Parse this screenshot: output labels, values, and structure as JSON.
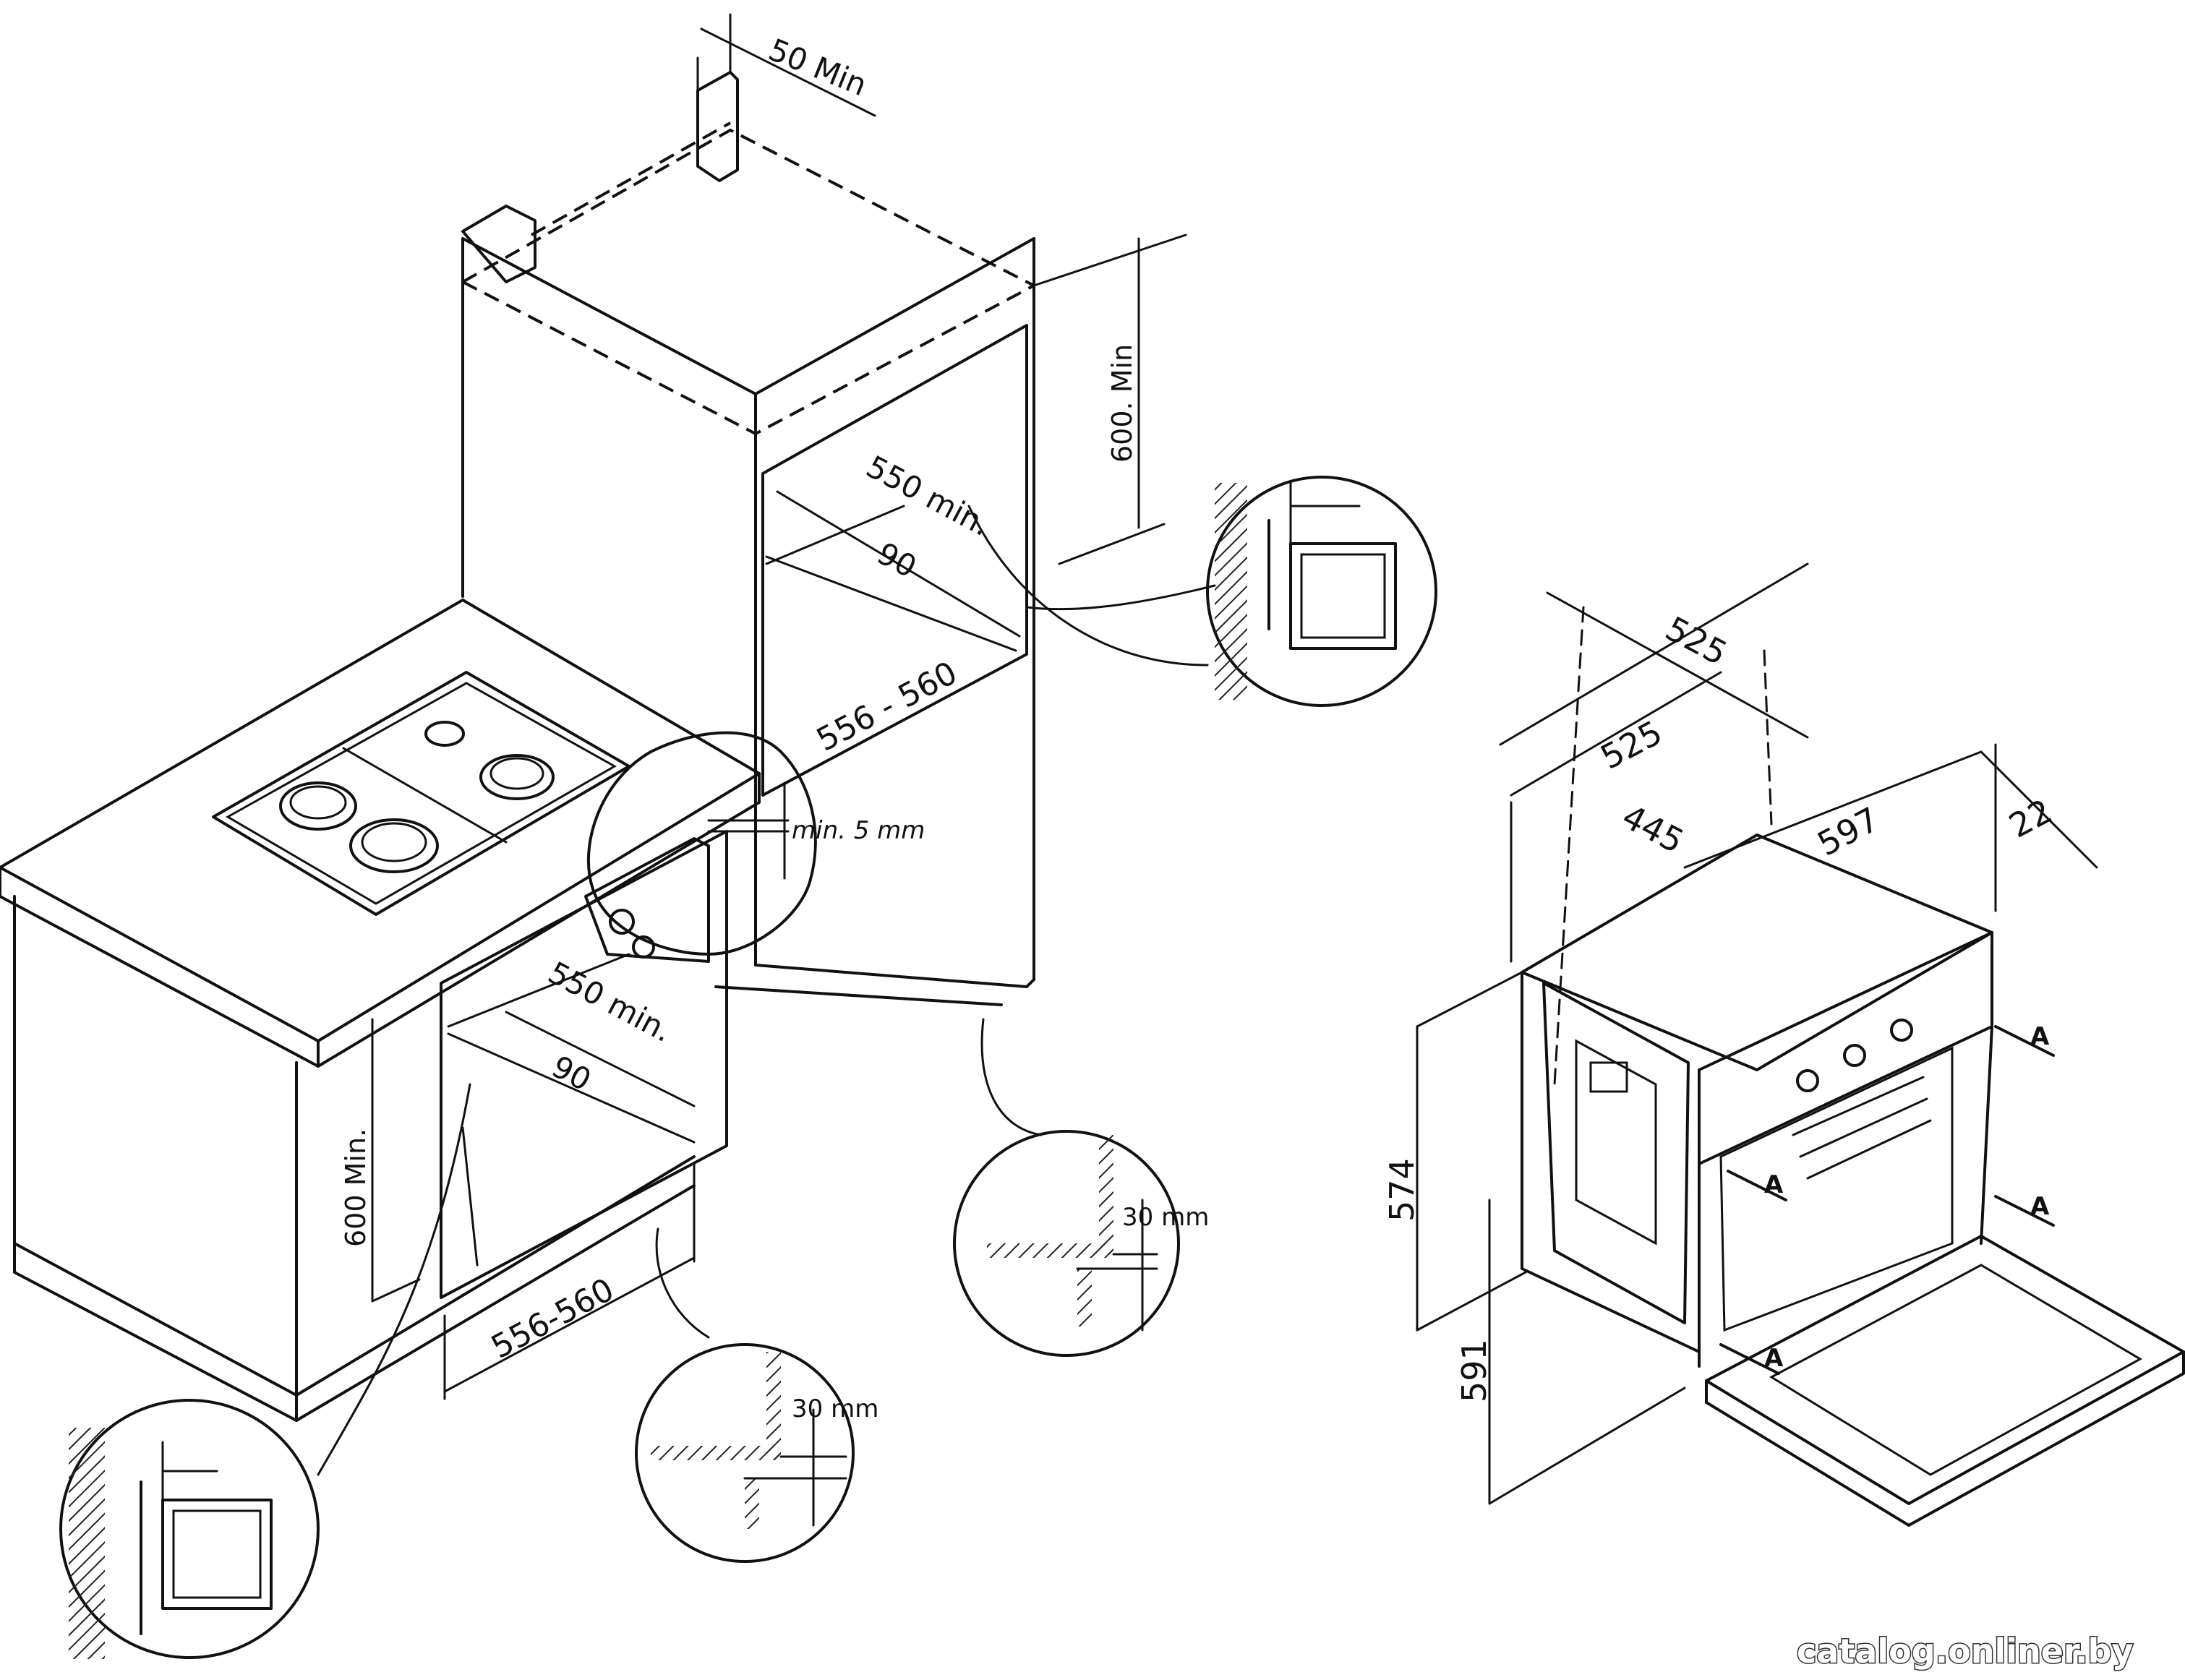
{
  "cabinet": {
    "top_clearance": "50 Min",
    "tall_height": "600. Min",
    "tall_depth": "550 min.",
    "tall_gap": "90",
    "tall_width": "556 - 560",
    "hob_gap": "min. 5 mm",
    "low_depth": "550 min.",
    "low_gap": "90",
    "low_height": "600 Min.",
    "low_width": "556-560"
  },
  "details": {
    "vent_mm_right": "30 mm",
    "vent_mm_left": "30 mm"
  },
  "oven": {
    "depth_total": "525",
    "depth_body": "525",
    "depth_inner": "445",
    "width": "597",
    "door_thickness": "22",
    "body_height": "574",
    "front_height": "591",
    "airflow_labels": [
      "A",
      "A",
      "A",
      "A"
    ]
  },
  "watermark": "catalog.onliner.by"
}
